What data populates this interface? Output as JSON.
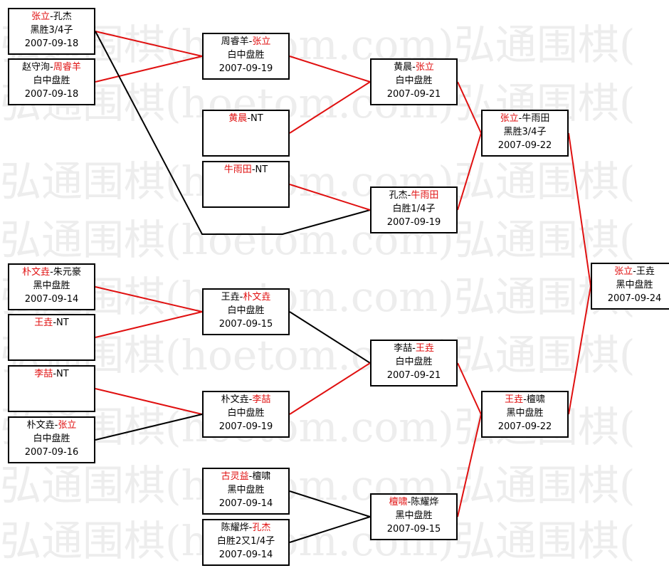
{
  "watermark": {
    "text": "弘通围棋(hoetom.com)弘通围棋(",
    "color": "#ededed"
  },
  "colors": {
    "winner_text": "#e01010",
    "winner_line": "#e01010",
    "loser_line": "#000000",
    "background": "#ffffff"
  },
  "bracket": {
    "matches": [
      {
        "id": "r1-1",
        "red_side": "left",
        "player_left": "张立",
        "player_right": "孔杰",
        "result": "黑胜3/4子",
        "date": "2007-09-18"
      },
      {
        "id": "r1-2",
        "red_side": "right",
        "player_left": "赵守洵",
        "player_right": "周睿羊",
        "result": "白中盘胜",
        "date": "2007-09-18"
      },
      {
        "id": "r1-3",
        "red_side": "left",
        "player_left": "朴文垚",
        "player_right": "朱元豪",
        "result": "黑中盘胜",
        "date": "2007-09-14"
      },
      {
        "id": "r1-4",
        "red_side": "left",
        "player_left": "王垚",
        "player_right": "NT",
        "result": "",
        "date": ""
      },
      {
        "id": "r1-5",
        "red_side": "left",
        "player_left": "李喆",
        "player_right": "NT",
        "result": "",
        "date": ""
      },
      {
        "id": "r1-6",
        "red_side": "right",
        "player_left": "朴文垚",
        "player_right": "张立",
        "result": "白中盘胜",
        "date": "2007-09-16"
      },
      {
        "id": "r2-1",
        "red_side": "right",
        "player_left": "周睿羊",
        "player_right": "张立",
        "result": "白中盘胜",
        "date": "2007-09-19"
      },
      {
        "id": "r2-2",
        "red_side": "left",
        "player_left": "黄晨",
        "player_right": "NT",
        "result": "",
        "date": ""
      },
      {
        "id": "r2-3",
        "red_side": "left",
        "player_left": "牛雨田",
        "player_right": "NT",
        "result": "",
        "date": ""
      },
      {
        "id": "r2-4",
        "red_side": "right",
        "player_left": "王垚",
        "player_right": "朴文垚",
        "result": "白中盘胜",
        "date": "2007-09-15"
      },
      {
        "id": "r2-5",
        "red_side": "right",
        "player_left": "朴文垚",
        "player_right": "李喆",
        "result": "白中盘胜",
        "date": "2007-09-19"
      },
      {
        "id": "r2-6",
        "red_side": "left",
        "player_left": "古灵益",
        "player_right": "檀啸",
        "result": "黑中盘胜",
        "date": "2007-09-14"
      },
      {
        "id": "r2-7",
        "red_side": "right",
        "player_left": "陈耀烨",
        "player_right": "孔杰",
        "result": "白胜2又1/4子",
        "date": "2007-09-14"
      },
      {
        "id": "r3-1",
        "red_side": "right",
        "player_left": "黄晨",
        "player_right": "张立",
        "result": "白中盘胜",
        "date": "2007-09-21"
      },
      {
        "id": "r3-2",
        "red_side": "right",
        "player_left": "孔杰",
        "player_right": "牛雨田",
        "result": "白胜1/4子",
        "date": "2007-09-19"
      },
      {
        "id": "r3-3",
        "red_side": "right",
        "player_left": "李喆",
        "player_right": "王垚",
        "result": "白中盘胜",
        "date": "2007-09-21"
      },
      {
        "id": "r3-4",
        "red_side": "left",
        "player_left": "檀啸",
        "player_right": "陈耀烨",
        "result": "黑中盘胜",
        "date": "2007-09-15"
      },
      {
        "id": "r4-1",
        "red_side": "left",
        "player_left": "张立",
        "player_right": "牛雨田",
        "result": "黑胜3/4子",
        "date": "2007-09-22"
      },
      {
        "id": "r4-2",
        "red_side": "left",
        "player_left": "王垚",
        "player_right": "檀啸",
        "result": "黑中盘胜",
        "date": "2007-09-22"
      },
      {
        "id": "r5-1",
        "red_side": "left",
        "player_left": "张立",
        "player_right": "王垚",
        "result": "黑中盘胜",
        "date": "2007-09-24"
      }
    ],
    "connections": [
      {
        "from": "r1-1",
        "to": "r2-1",
        "winner": true
      },
      {
        "from": "r1-2",
        "to": "r2-1",
        "winner": true
      },
      {
        "from": "r1-1",
        "to": "r3-2",
        "winner": false
      },
      {
        "from": "r2-1",
        "to": "r3-1",
        "winner": true
      },
      {
        "from": "r2-2",
        "to": "r3-1",
        "winner": true
      },
      {
        "from": "r2-3",
        "to": "r3-2",
        "winner": true
      },
      {
        "from": "r3-1",
        "to": "r4-1",
        "winner": true
      },
      {
        "from": "r3-2",
        "to": "r4-1",
        "winner": true
      },
      {
        "from": "r4-1",
        "to": "r5-1",
        "winner": true
      },
      {
        "from": "r1-3",
        "to": "r2-4",
        "winner": true
      },
      {
        "from": "r1-4",
        "to": "r2-4",
        "winner": true
      },
      {
        "from": "r1-5",
        "to": "r2-5",
        "winner": true
      },
      {
        "from": "r1-6",
        "to": "r2-5",
        "winner": false
      },
      {
        "from": "r2-4",
        "to": "r3-3",
        "winner": false
      },
      {
        "from": "r2-5",
        "to": "r3-3",
        "winner": true
      },
      {
        "from": "r2-6",
        "to": "r3-4",
        "winner": false
      },
      {
        "from": "r2-7",
        "to": "r3-4",
        "winner": false
      },
      {
        "from": "r3-3",
        "to": "r4-2",
        "winner": true
      },
      {
        "from": "r3-4",
        "to": "r4-2",
        "winner": true
      },
      {
        "from": "r4-2",
        "to": "r5-1",
        "winner": true
      }
    ]
  }
}
